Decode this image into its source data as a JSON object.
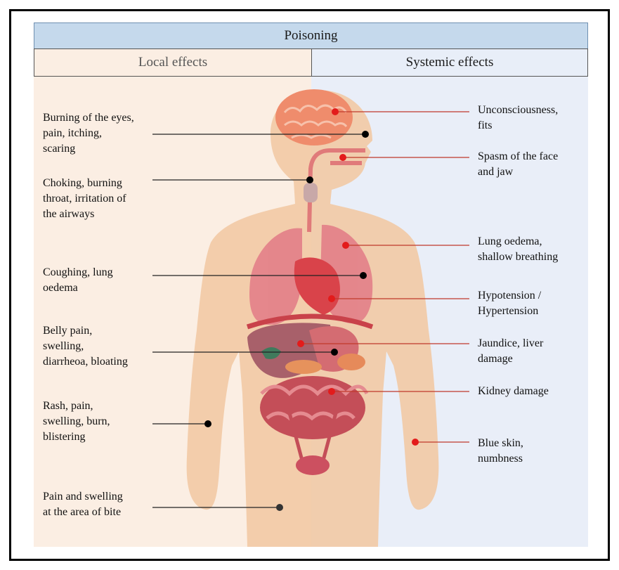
{
  "title": "Poisoning",
  "columns": {
    "local": "Local effects",
    "systemic": "Systemic effects"
  },
  "local_effects": [
    "Burning of the eyes,\npain, itching,\nscaring",
    "Choking, burning\nthroat, irritation of\nthe airways",
    "Coughing, lung\noedema",
    "Belly pain,\nswelling,\ndiarrheoa, bloating",
    "Rash, pain,\nswelling, burn,\nblistering",
    "Pain and swelling\nat the area of bite"
  ],
  "systemic_effects": [
    "Unconsciousness,\nfits",
    "Spasm of the face\nand jaw",
    "Lung oedema,\nshallow breathing",
    "Hypotension /\nHypertension",
    "Jaundice, liver\ndamage",
    "Kidney damage",
    "Blue skin,\nnumbness"
  ],
  "colors": {
    "local_marker": "#000000",
    "systemic_marker": "#e31b1b",
    "systemic_line": "#c0392b",
    "local_line": "#222222"
  }
}
